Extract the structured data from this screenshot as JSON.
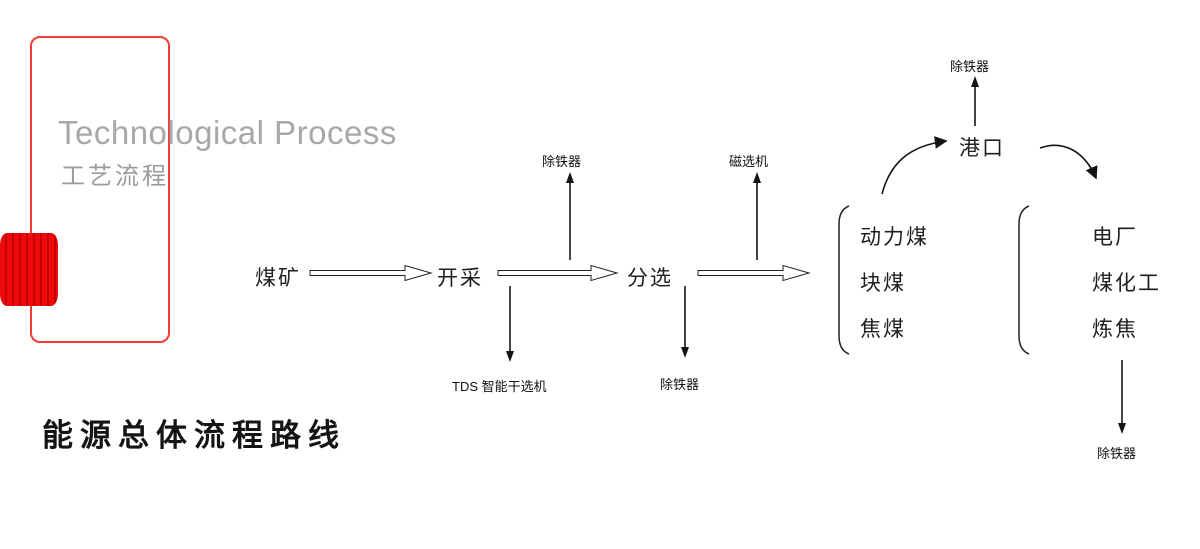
{
  "header": {
    "title_en": "Technological Process",
    "title_zh": "工艺流程"
  },
  "caption": "能源总体流程路线",
  "flowchart": {
    "nodes": {
      "coal_mine": "煤矿",
      "mining": "开采",
      "separation": "分选",
      "port": "港口"
    },
    "labels": {
      "iron_remover_mining": "除铁器",
      "tds_sorter": "TDS 智能干选机",
      "magnetic_separator": "磁选机",
      "iron_remover_separation": "除铁器",
      "iron_remover_port": "除铁器",
      "iron_remover_right": "除铁器"
    },
    "coal_types": [
      "动力煤",
      "块煤",
      "焦煤"
    ],
    "destinations": [
      "电厂",
      "煤化工",
      "炼焦"
    ]
  },
  "colors": {
    "accent_red": "#ee0a0a",
    "frame_red": "#f23c38",
    "title_gray": "#a8a8a8",
    "line_black": "#141414"
  }
}
